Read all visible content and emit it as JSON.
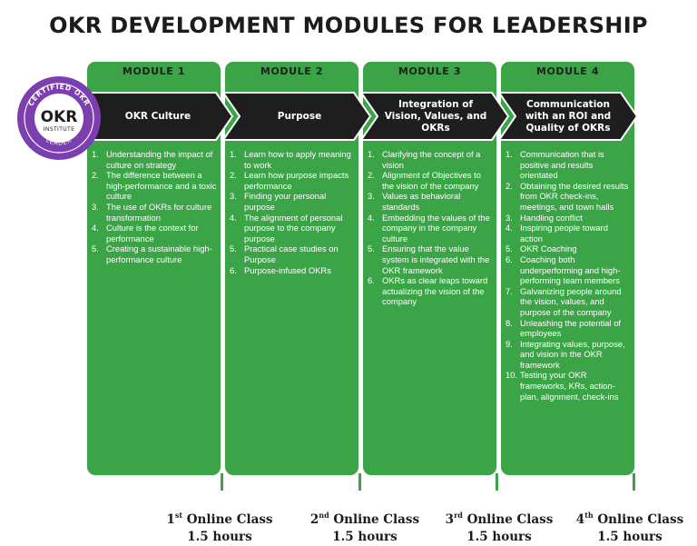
{
  "title": "OKR DEVELOPMENT MODULES FOR LEADERSHIP",
  "badge": {
    "top_text": "CERTIFIED OKR",
    "main": "OKR",
    "sub": "INSTITUTE",
    "bottom_text": "LEADER"
  },
  "colors": {
    "green": "#3aa447",
    "dark": "#1e1e1e",
    "purple": "#7b3fb0",
    "white": "#ffffff"
  },
  "modules": [
    {
      "header": "MODULE 1",
      "topic": "OKR Culture",
      "items": [
        {
          "n": "1.",
          "t": "Understanding the impact of culture on strategy"
        },
        {
          "n": "2.",
          "t": "The difference between a high-performance and a toxic culture"
        },
        {
          "n": "3.",
          "t": "The use of OKRs for culture transformation"
        },
        {
          "n": "4.",
          "t": "Culture is the context for performance"
        },
        {
          "n": "5.",
          "t": "Creating a sustainable high-performance culture"
        }
      ]
    },
    {
      "header": "MODULE 2",
      "topic": "Purpose",
      "items": [
        {
          "n": "1.",
          "t": "Learn how to apply meaning to work"
        },
        {
          "n": "2.",
          "t": "Learn how purpose impacts performance"
        },
        {
          "n": "3.",
          "t": "Finding your personal purpose"
        },
        {
          "n": "4.",
          "t": "The alignment of personal purpose to the company purpose"
        },
        {
          "n": "5.",
          "t": "Practical case studies on Purpose"
        },
        {
          "n": "6.",
          "t": "Purpose-infused OKRs"
        }
      ]
    },
    {
      "header": "MODULE 3",
      "topic": "Integration of Vision, Values, and OKRs",
      "items": [
        {
          "n": "1.",
          "t": "Clarifying the concept of a vision"
        },
        {
          "n": "2.",
          "t": "Alignment of Objectives to the vision of the company"
        },
        {
          "n": "3.",
          "t": "Values as behavioral standards"
        },
        {
          "n": "4.",
          "t": "Embedding the values of the company in the company culture"
        },
        {
          "n": "5.",
          "t": "Ensuring that the value system is integrated with the OKR framework"
        },
        {
          "n": "6.",
          "t": "OKRs as clear leaps toward actualizing the vision of the company"
        }
      ]
    },
    {
      "header": "MODULE 4",
      "topic": "Communication with an ROI and Quality of OKRs",
      "items": [
        {
          "n": "1.",
          "t": "Communication that is positive and results orientated"
        },
        {
          "n": "2.",
          "t": "Obtaining the desired results from OKR check-ins, meetings, and town halls"
        },
        {
          "n": "3.",
          "t": "Handling conflict"
        },
        {
          "n": "4.",
          "t": "Inspiring people toward action"
        },
        {
          "n": "5.",
          "t": "OKR Coaching"
        },
        {
          "n": "6.",
          "t": "Coaching both underperforming and high-performing team members"
        },
        {
          "n": "7.",
          "t": "Galvanizing people around the vision, values, and purpose of the company"
        },
        {
          "n": "8.",
          "t": "Unleashing the potential of employees"
        },
        {
          "n": "9.",
          "t": "Integrating values, purpose, and vision in the OKR framework"
        },
        {
          "n": "10.",
          "t": "Testing your OKR frameworks, KRs, action-plan, alignment, check-ins"
        }
      ]
    }
  ],
  "classes": [
    {
      "num": "1",
      "sup": "st",
      "label": "Online Class",
      "hours": "1.5 hours"
    },
    {
      "num": "2",
      "sup": "nd",
      "label": "Online Class",
      "hours": "1.5 hours"
    },
    {
      "num": "3",
      "sup": "rd",
      "label": "Online Class",
      "hours": "1.5 hours"
    },
    {
      "num": "4",
      "sup": "th",
      "label": "Online Class",
      "hours": "1.5 hours"
    }
  ]
}
